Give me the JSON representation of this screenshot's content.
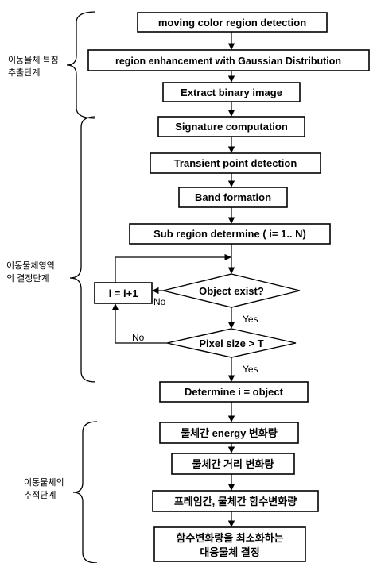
{
  "stages": [
    [
      "이동물체 특징",
      "추출단계"
    ],
    [
      "이동물체영역",
      "의 결정단계"
    ],
    [
      "이동물체의",
      "추적단계"
    ]
  ],
  "boxes": {
    "moving_color": "moving color region detection",
    "region_enh": "region enhancement with Gaussian Distribution",
    "extract_binary": "Extract binary image",
    "signature": "Signature computation",
    "transient": "Transient point detection",
    "band": "Band formation",
    "subregion": "Sub region determine ( i= 1.. N)",
    "increment": "i = i+1",
    "determine": "Determine i = object",
    "energy": "물체간 energy 변화량",
    "distance": "물체간 거리 변화량",
    "func_change": "프레임간, 물체간 함수변화량",
    "min_line1": "함수변화량을 최소화하는",
    "min_line2": "대응물체 결정"
  },
  "decisions": {
    "object_exist": "Object exist?",
    "pixel_size": "Pixel size > T"
  },
  "edges": {
    "no1": "No",
    "yes1": "Yes",
    "no2": "No",
    "yes2": "Yes"
  }
}
